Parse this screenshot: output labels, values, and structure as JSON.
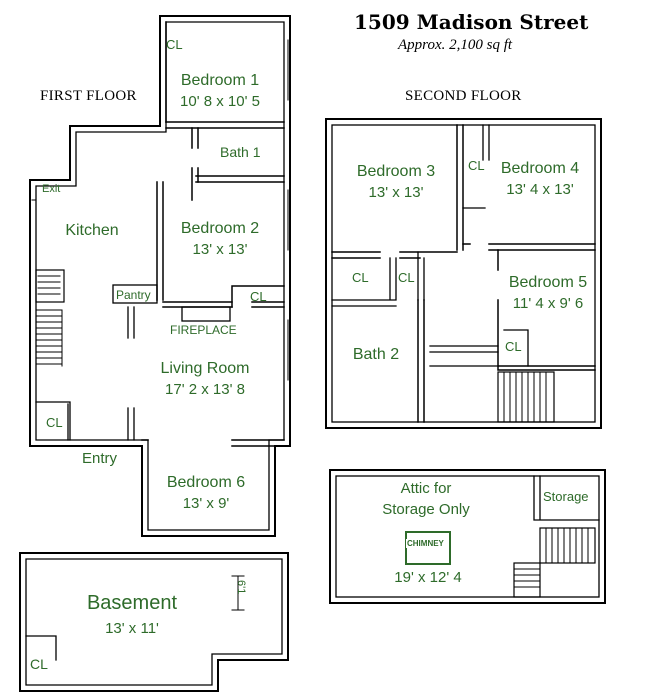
{
  "header": {
    "address": "1509 Madison Street",
    "area": "Approx. 2,100 sq ft"
  },
  "floors": {
    "first": "FIRST FLOOR",
    "second": "SECOND FLOOR"
  },
  "first_floor": {
    "bedroom1": {
      "name": "Bedroom 1",
      "dims": "10' 8 x 10' 5"
    },
    "bath1": "Bath 1",
    "bedroom2": {
      "name": "Bedroom 2",
      "dims": "13' x 13'"
    },
    "kitchen": "Kitchen",
    "exit": "Exit",
    "pantry": "Pantry",
    "fireplace": "FIREPLACE",
    "living": {
      "name": "Living Room",
      "dims": "17' 2 x 13' 8"
    },
    "entry": "Entry",
    "bedroom6": {
      "name": "Bedroom 6",
      "dims": "13' x 9'"
    },
    "cl_b1": "CL",
    "cl_b2": "CL",
    "cl_liv": "CL"
  },
  "second_floor": {
    "bedroom3": {
      "name": "Bedroom 3",
      "dims": "13' x 13'"
    },
    "bedroom4": {
      "name": "Bedroom 4",
      "dims": "13' 4 x 13'"
    },
    "bedroom5": {
      "name": "Bedroom 5",
      "dims": "11' 4 x 9' 6"
    },
    "bath2": "Bath 2",
    "cl_a": "CL",
    "cl_b": "CL",
    "cl_c": "CL",
    "cl_d": "CL"
  },
  "attic": {
    "name": "Attic for",
    "name2": "Storage Only",
    "dims": "19' x 12' 4",
    "storage": "Storage",
    "chimney": "CHIMNEY"
  },
  "basement": {
    "name": "Basement",
    "dims": "13' x 11'",
    "height": "6'1",
    "cl": "CL"
  },
  "colors": {
    "wall": "#000000",
    "label": "#2e6b2a"
  }
}
